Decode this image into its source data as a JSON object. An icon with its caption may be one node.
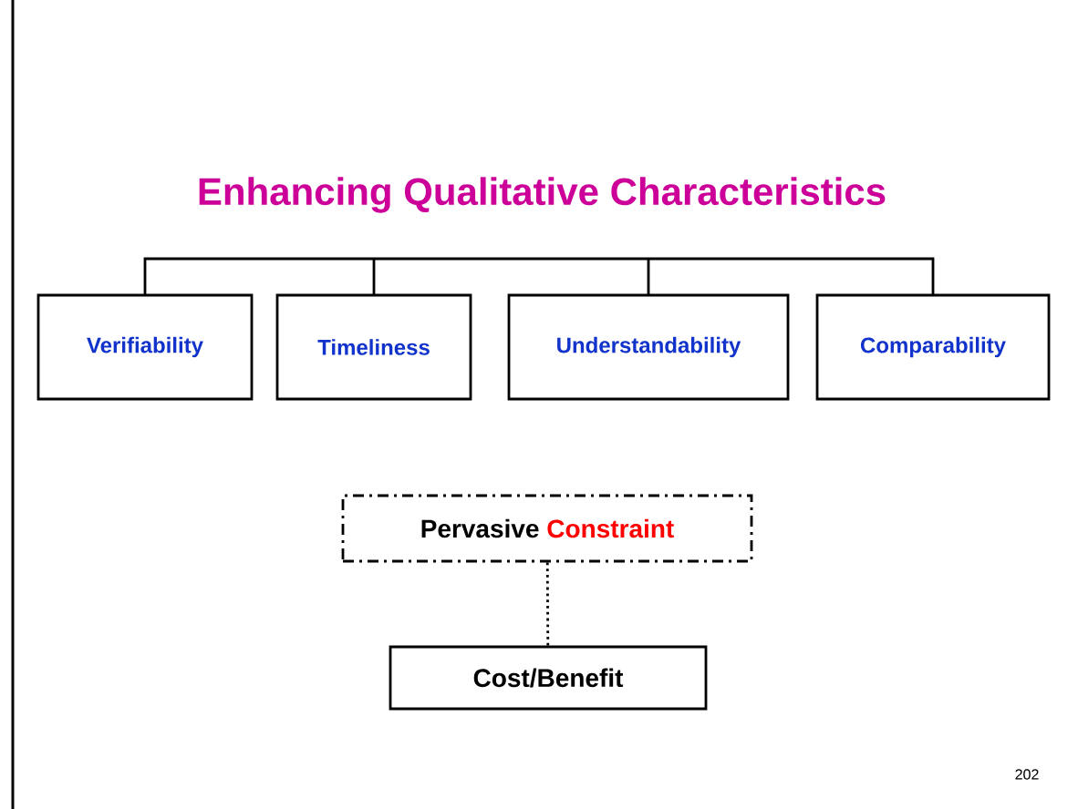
{
  "diagram": {
    "title": "Enhancing Qualitative Characteristics",
    "nodes": [
      {
        "text": [
          "Verifiability"
        ]
      },
      {
        "text": [
          "Timeliness"
        ]
      },
      {
        "text": [
          "Understandability"
        ]
      },
      {
        "text": [
          "Comparability"
        ]
      },
      {
        "text": [
          "Pervasive",
          "Constraint"
        ]
      },
      {
        "text": [
          "Cost/Benefit"
        ]
      }
    ],
    "edges": [
      {
        "from": 4,
        "to": 5,
        "arrow": "none",
        "style": "dashed"
      }
    ],
    "labels": [
      "202"
    ]
  }
}
